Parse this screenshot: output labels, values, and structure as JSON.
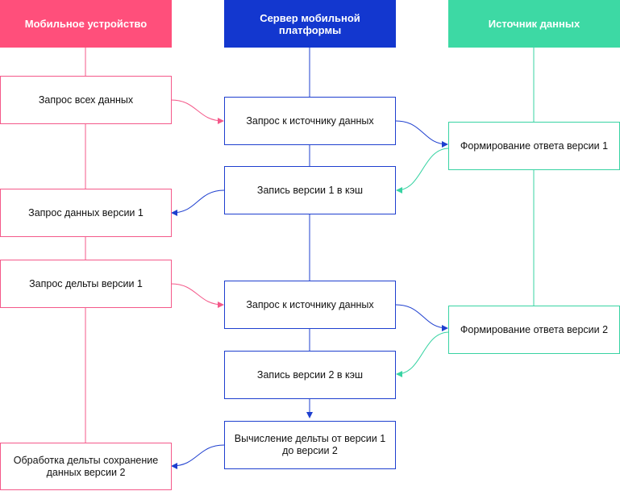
{
  "lanes": {
    "mobile": {
      "title": "Мобильное устройство"
    },
    "server": {
      "title": "Сервер мобильной платформы"
    },
    "source": {
      "title": "Источник данных"
    }
  },
  "boxes": {
    "m1": "Запрос всех данных",
    "s1": "Запрос к источнику данных",
    "d1": "Формирование ответа версии 1",
    "s2": "Запись версии 1 в кэш",
    "m2": "Запрос данных версии 1",
    "m3": "Запрос дельты версии 1",
    "s3": "Запрос к источнику данных",
    "d2": "Формирование ответа версии 2",
    "s4": "Запись версии 2 в кэш",
    "s5": "Вычисление дельты от версии 1 до версии 2",
    "m4": "Обработка дельты сохранение данных версии 2"
  },
  "colors": {
    "mobile": "#ff4f7b",
    "server": "#1337cf",
    "source": "#3dd9a4",
    "mobile_line": "#f4598a",
    "server_line": "#1e3fcf",
    "source_line": "#38d3a3"
  }
}
